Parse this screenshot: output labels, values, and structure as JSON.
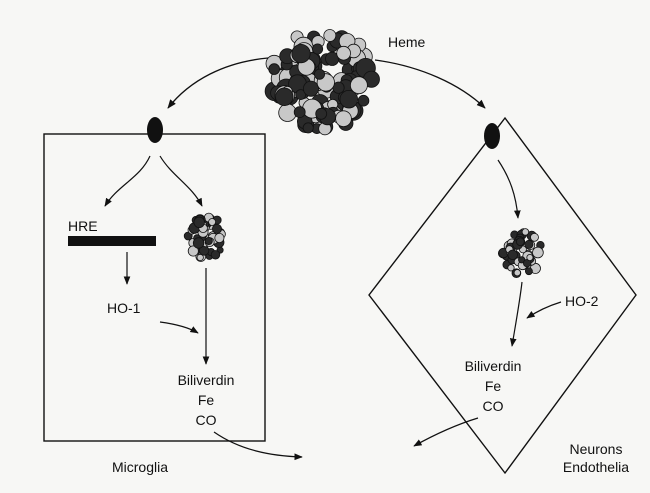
{
  "labels": {
    "heme": "Heme",
    "hre": "HRE",
    "ho1": "HO-1",
    "ho2": "HO-2",
    "products_left": [
      "Biliverdin",
      "Fe",
      "CO"
    ],
    "products_right": [
      "Biliverdin",
      "Fe",
      "CO"
    ],
    "cell_left": "Microglia",
    "cell_right": [
      "Neurons",
      "Endothelia"
    ]
  },
  "colors": {
    "ink": "#111111",
    "paper": "#f7f7f5",
    "molecule_dark": "#2a2a2a",
    "molecule_light": "#c8c8c8"
  }
}
